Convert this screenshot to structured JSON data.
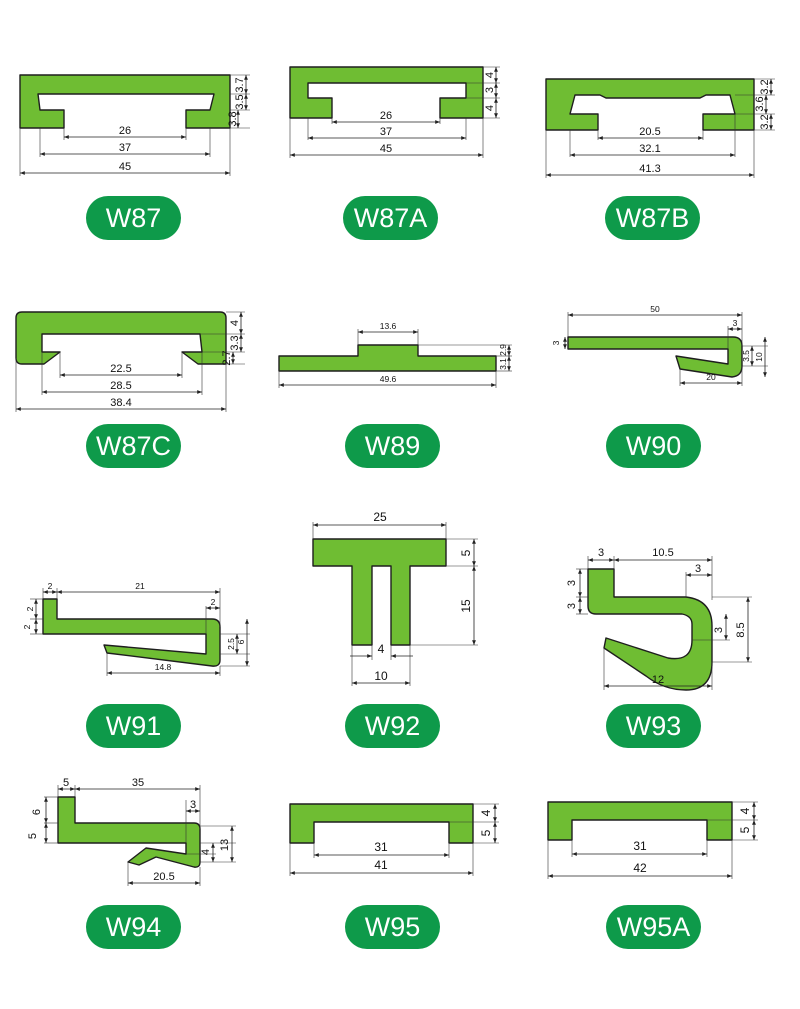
{
  "colors": {
    "profile_fill": "#6fbd33",
    "badge_bg": "#0e9a4a",
    "badge_text": "#ffffff",
    "outline": "#1e1e1e"
  },
  "profiles": [
    {
      "label": "W87",
      "dims": [
        "26",
        "37",
        "45",
        "3.7",
        "3.8",
        "3.5"
      ]
    },
    {
      "label": "W87A",
      "dims": [
        "26",
        "37",
        "45",
        "4",
        "3",
        "4"
      ]
    },
    {
      "label": "W87B",
      "dims": [
        "20.5",
        "32.1",
        "41.3",
        "3.2",
        "3.6",
        "3.2"
      ]
    },
    {
      "label": "W87C",
      "dims": [
        "22.5",
        "28.5",
        "38.4",
        "4",
        "3.3",
        "2.7"
      ]
    },
    {
      "label": "W89",
      "dims": [
        "13.6",
        "49.6",
        "2.9",
        "3.1"
      ]
    },
    {
      "label": "W90",
      "dims": [
        "50",
        "3",
        "3",
        "3.5",
        "10",
        "20"
      ]
    },
    {
      "label": "W91",
      "dims": [
        "2",
        "21",
        "2",
        "2",
        "2",
        "2.5",
        "6",
        "14.8"
      ]
    },
    {
      "label": "W92",
      "dims": [
        "25",
        "5",
        "15",
        "4",
        "10"
      ]
    },
    {
      "label": "W93",
      "dims": [
        "3",
        "10.5",
        "3",
        "3",
        "3",
        "3",
        "8.5",
        "12"
      ]
    },
    {
      "label": "W94",
      "dims": [
        "5",
        "35",
        "6",
        "5",
        "3",
        "4",
        "13",
        "20.5"
      ]
    },
    {
      "label": "W95",
      "dims": [
        "4",
        "5",
        "31",
        "41"
      ]
    },
    {
      "label": "W95A",
      "dims": [
        "4",
        "5",
        "31",
        "42"
      ]
    }
  ]
}
